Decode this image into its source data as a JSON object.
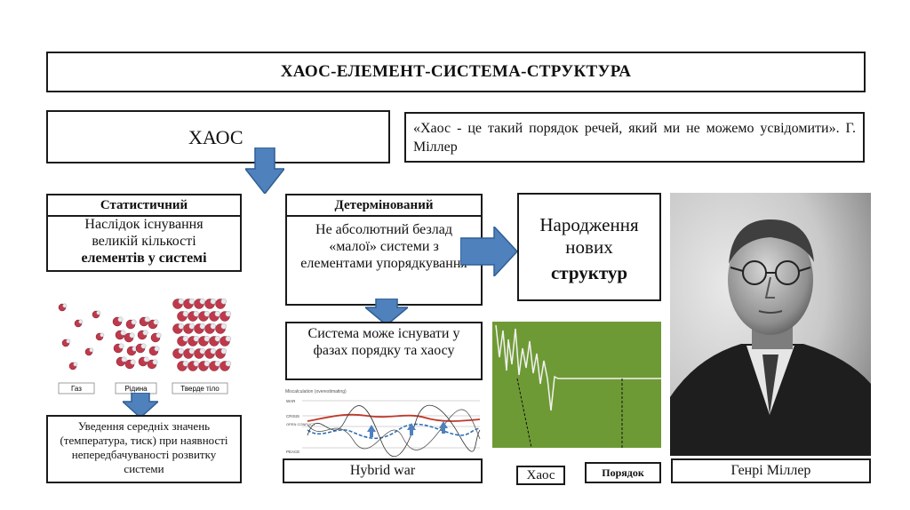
{
  "title": "ХАОС-ЕЛЕМЕНТ-СИСТЕМА-СТРУКТУРА",
  "chaos_box": "ХАОС",
  "quote": "«Хаос - це такий порядок речей, який ми не можемо усвідомити». Г. Міллер",
  "statistical": {
    "header": "Статистичний",
    "line1": "Наслідок існування",
    "line2": "великій кількості",
    "line3": "елементів у системі"
  },
  "deterministic": {
    "header": "Детермінований",
    "text": "Не абсолютний безлад «малої» системи з елементами упорядкування"
  },
  "birth": {
    "line1": "Народження",
    "line2": "нових",
    "line3": "структур"
  },
  "phases_box": "Система може існувати у фазах порядку та хаосу",
  "averages_box": "Уведення середніх значень (температура, тиск) при наявності непередбачуваності розвитку системи",
  "phase_labels": {
    "gas": "Газ",
    "liquid": "Рідина",
    "solid": "Тверде тіло"
  },
  "hybrid_chart": {
    "title": "Miscalculation (overestimating)",
    "labels": [
      "WAR",
      "CRISIS",
      "OPEN CONFLICT",
      "PEACE"
    ]
  },
  "hybrid_box": "Hybrid war",
  "chaos_label": "Хаос",
  "order_label": "Порядок",
  "miller_caption": "Генрі Міллер",
  "colors": {
    "arrow": "#4f81bd",
    "arrow_dark": "#2f5f94",
    "green": "#6e9a35",
    "molecule": "#c0394b"
  }
}
